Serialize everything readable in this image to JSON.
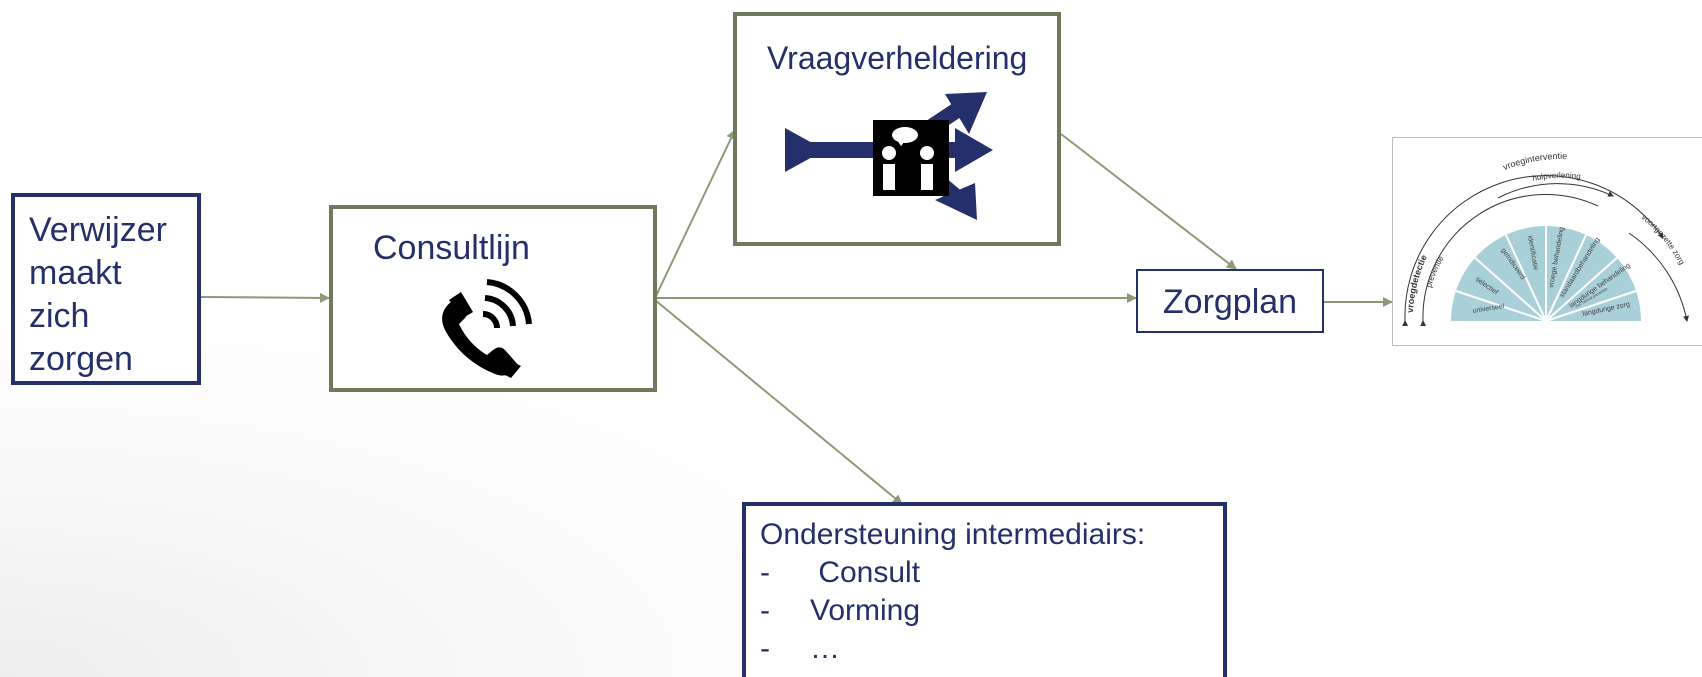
{
  "nodes": {
    "verwijzer": {
      "lines": [
        "Verwijzer",
        "maakt",
        "zich",
        "zorgen"
      ]
    },
    "consultlijn": {
      "title": "Consultlijn",
      "icon": "phone-icon"
    },
    "vraagverheldering": {
      "title": "Vraagverheldering",
      "icon": "conversation-arrows-icon"
    },
    "zorgplan": {
      "title": "Zorgplan"
    },
    "ondersteuning": {
      "title": "Ondersteuning intermediairs:",
      "items": [
        {
          "dash": "-",
          "text": " Consult"
        },
        {
          "dash": "-",
          "text": "Vorming"
        },
        {
          "dash": "-",
          "text": "…"
        }
      ]
    }
  },
  "spectrum": {
    "outer_left": "vroegdetectie",
    "outer_top": "vroeginterventie",
    "inner_top": "hulpverlening",
    "inner_left": "preventie",
    "outer_right": "voortgezette zorg",
    "segments": [
      "universeel",
      "selectief",
      "geïndiceerd",
      "identificatie",
      "vroege behandeling",
      "standaardbehandeling",
      "langdurige behandeling",
      "langdurige zorg"
    ],
    "small_note": "incl. herval preventie"
  },
  "colors": {
    "navy": "#25306b",
    "olive": "#6e7a5a",
    "arrow": "#8c9a76",
    "spectrum_fill": "#a9d0d9"
  }
}
